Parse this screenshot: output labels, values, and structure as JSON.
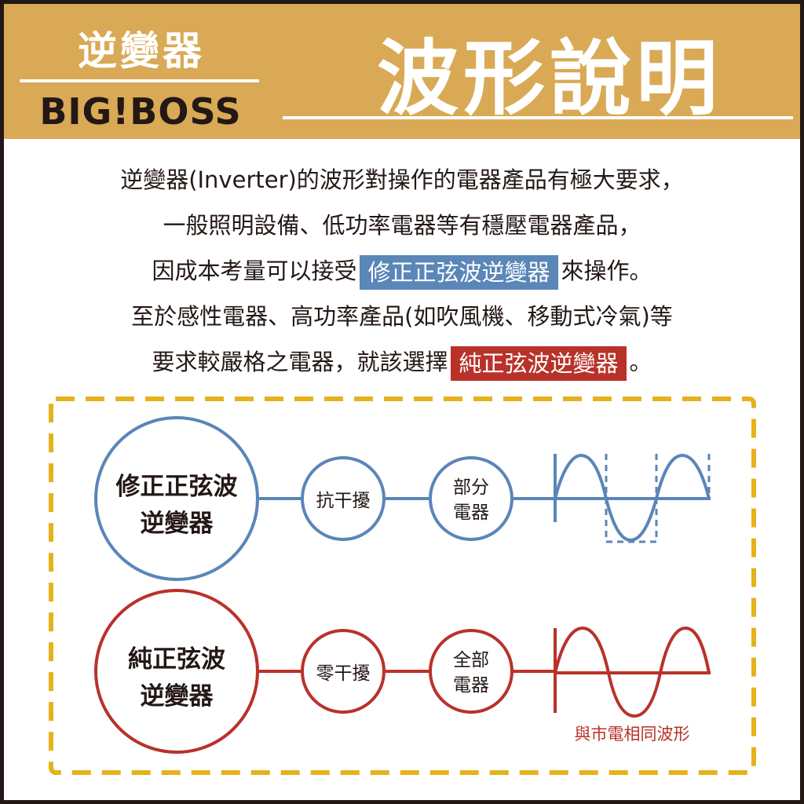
{
  "header": {
    "brand_cn": "逆變器",
    "brand_en": "BIG!BOSS",
    "title": "波形說明"
  },
  "intro": {
    "line1": "逆變器(Inverter)的波形對操作的電器產品有極大要求，",
    "line2": "一般照明設備、低功率電器等有穩壓電器產品，",
    "line3_pre": "因成本考量可以接受",
    "line3_hl": "修正正弦波逆變器",
    "line3_post": "來操作。",
    "line4": "至於感性電器、高功率產品(如吹風機、移動式冷氣)等",
    "line5_pre": "要求較嚴格之電器，就該選擇",
    "line5_hl": "純正弦波逆變器",
    "line5_post": "。"
  },
  "diagram": {
    "modified": {
      "name_l1": "修正正弦波",
      "name_l2": "逆變器",
      "feature": "抗干擾",
      "scope_l1": "部分",
      "scope_l2": "電器"
    },
    "pure": {
      "name_l1": "純正弦波",
      "name_l2": "逆變器",
      "feature": "零干擾",
      "scope_l1": "全部",
      "scope_l2": "電器",
      "wave_note": "與市電相同波形"
    }
  },
  "colors": {
    "header_bg": "#d9a955",
    "blue": "#5a86b8",
    "red": "#b8322a",
    "dash_border": "#e5b21b",
    "text": "#231815"
  }
}
